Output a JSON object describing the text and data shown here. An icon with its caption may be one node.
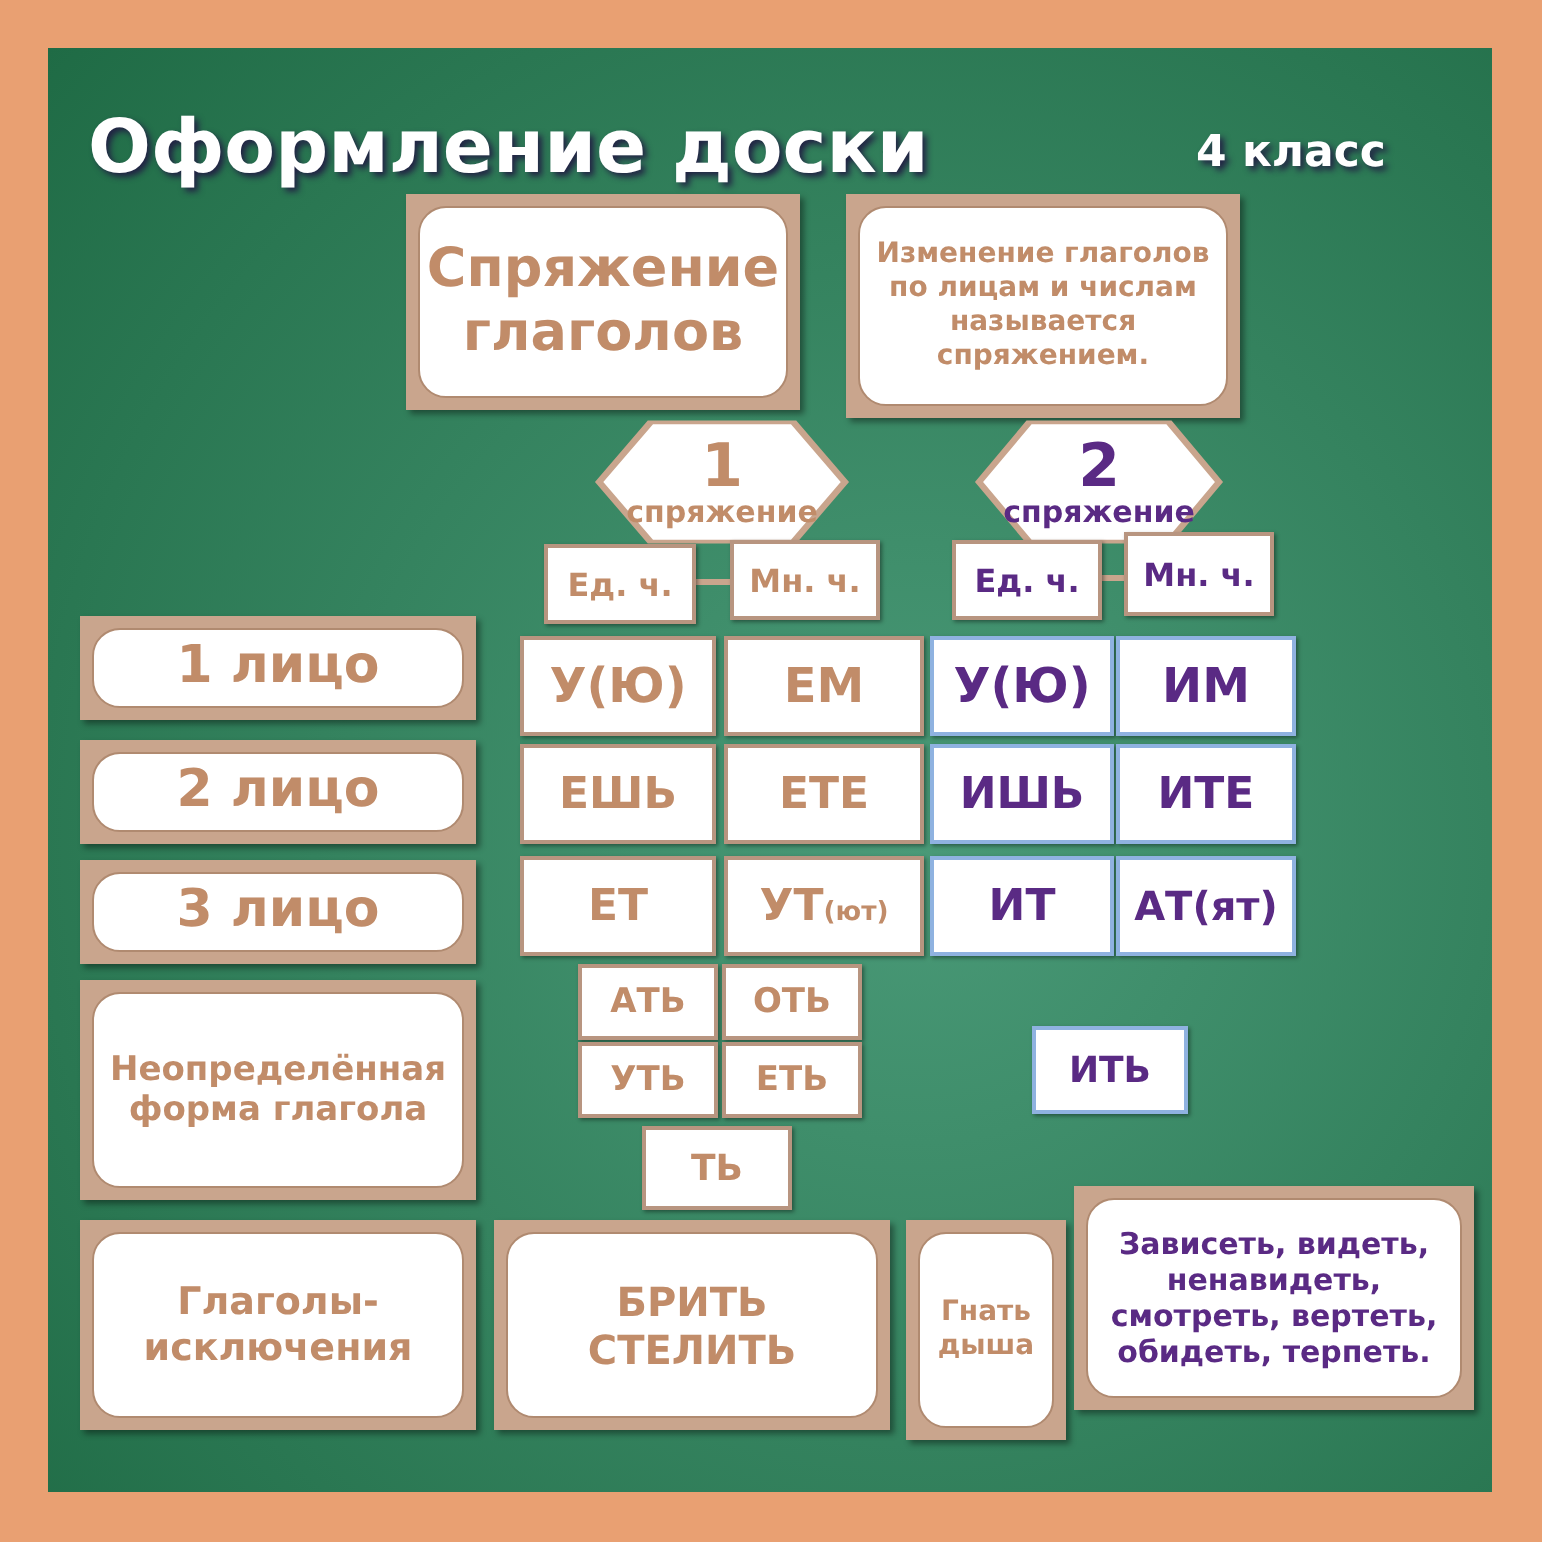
{
  "diagram": {
    "title": "Оформление доски",
    "nodes": [
      {
        "text": [
          "Спряжение глаголов"
        ]
      },
      {
        "text": [
          "Изменение глаголов по лицам и числам называется спряжением."
        ]
      },
      {
        "text": [
          "1",
          "спряжение"
        ]
      },
      {
        "text": [
          "2",
          "спряжение"
        ]
      },
      {
        "text": [
          "Ед. ч."
        ]
      },
      {
        "text": [
          "Мн. ч."
        ]
      },
      {
        "text": [
          "Ед. ч."
        ]
      },
      {
        "text": [
          "Мн. ч."
        ]
      },
      {
        "text": [
          "1 лицо"
        ]
      },
      {
        "text": [
          "У(Ю)"
        ]
      },
      {
        "text": [
          "ЕМ"
        ]
      },
      {
        "text": [
          "У(Ю)"
        ]
      },
      {
        "text": [
          "ИМ"
        ]
      },
      {
        "text": [
          "2 лицо"
        ]
      },
      {
        "text": [
          "ЕШЬ"
        ]
      },
      {
        "text": [
          "ЕТЕ"
        ]
      },
      {
        "text": [
          "ИШЬ"
        ]
      },
      {
        "text": [
          "ИТЕ"
        ]
      },
      {
        "text": [
          "3 лицо"
        ]
      },
      {
        "text": [
          "ЕТ"
        ]
      },
      {
        "text": [
          "УТ$_{(ют)}$"
        ]
      },
      {
        "text": [
          "ИТ"
        ]
      },
      {
        "text": [
          "АТ(ят)"
        ]
      },
      {
        "text": [
          "Неопределённая форма глагола"
        ]
      },
      {
        "text": [
          "АТЬ"
        ]
      },
      {
        "text": [
          "ОТЬ"
        ]
      },
      {
        "text": [
          "ИТЬ"
        ]
      },
      {
        "text": [
          "УТЬ"
        ]
      },
      {
        "text": [
          "ЕТЬ"
        ]
      },
      {
        "text": [
          "ТЬ"
        ]
      },
      {
        "text": [
          "Глаголы-исключения"
        ]
      },
      {
        "text": [
          "БРИТЬ СТЕЛИТЬ"
        ]
      },
      {
        "text": [
          "Гнать дыша"
        ]
      },
      {
        "text": [
          "Зависеть, видеть, ненавидеть, смотреть, вертеть, обидеть, терпеть."
        ]
      }
    ],
    "edges": [
      {
        "from": 4,
        "to": 5,
        "arrow": "none"
      },
      {
        "from": 6,
        "to": 7,
        "arrow": "none"
      }
    ],
    "labels": [
      "4 класс"
    ]
  }
}
